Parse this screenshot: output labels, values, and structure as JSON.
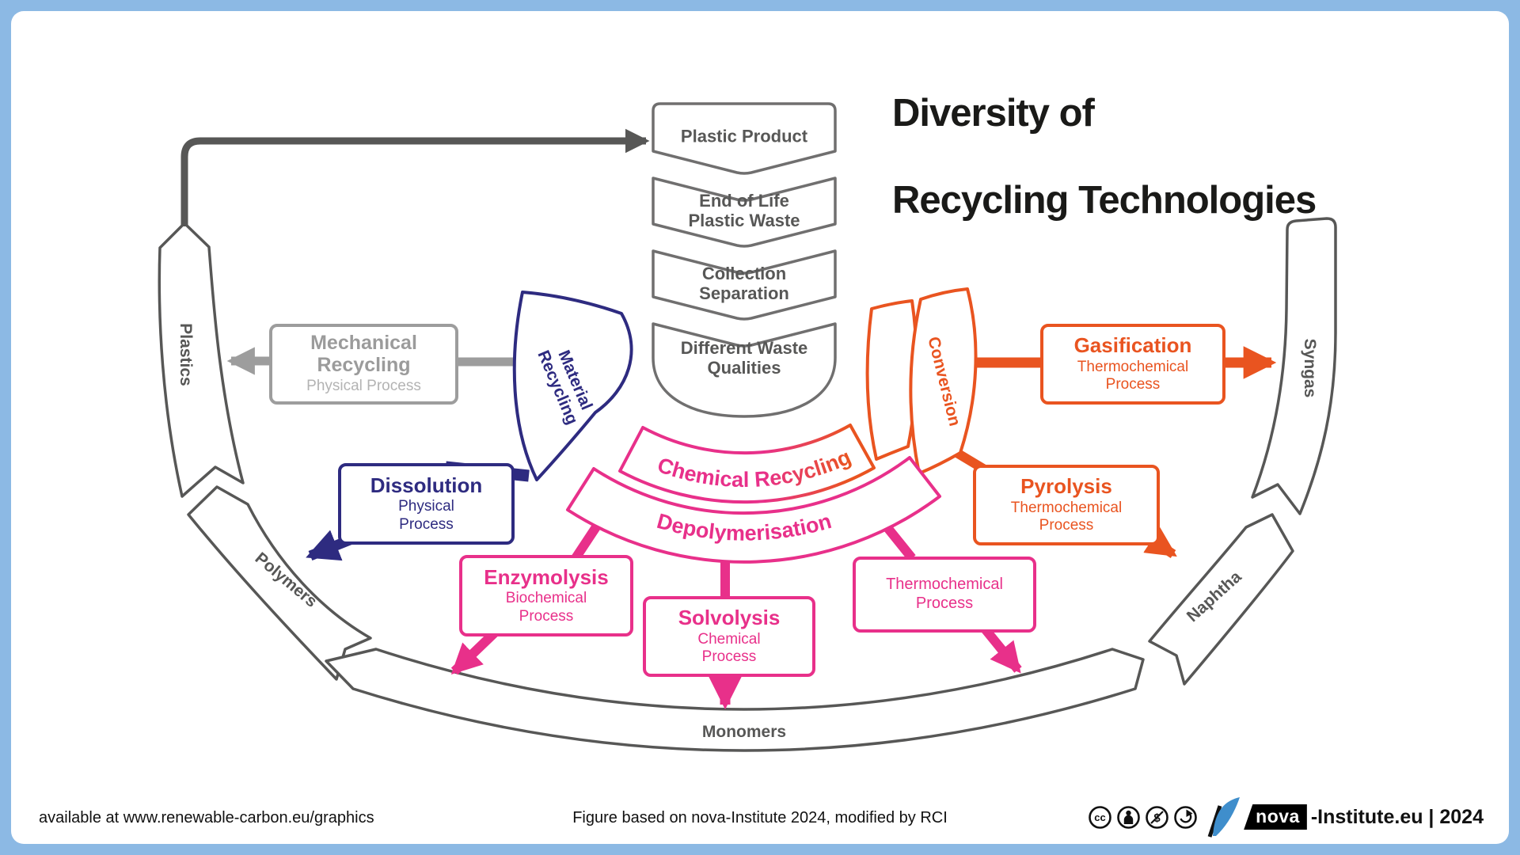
{
  "title": {
    "line1": "Diversity of",
    "line2": "Recycling Technologies"
  },
  "flow_steps": [
    {
      "label": "Plastic Product"
    },
    {
      "label": "End of Life\nPlastic Waste"
    },
    {
      "label": "Collection\nSeparation"
    },
    {
      "label": "Different Waste\nQualities"
    }
  ],
  "ring": {
    "plastics": "Plastics",
    "polymers": "Polymers",
    "monomers": "Monomers",
    "naphtha": "Naphtha",
    "syngas": "Syngas"
  },
  "wedges": {
    "material": "Material\nRecycling",
    "conversion": "Conversion"
  },
  "arcs": {
    "chemical": "Chemical Recycling",
    "depolymerisation": "Depolymerisation"
  },
  "boxes": {
    "mechanical": {
      "title": "Mechanical\nRecycling",
      "subtitle": "Physical Process"
    },
    "dissolution": {
      "title": "Dissolution",
      "subtitle": "Physical\nProcess"
    },
    "enzymolysis": {
      "title": "Enzymolysis",
      "subtitle": "Biochemical\nProcess"
    },
    "solvolysis": {
      "title": "Solvolysis",
      "subtitle": "Chemical\nProcess"
    },
    "thermochemical": {
      "subtitle": "Thermochemical\nProcess"
    },
    "pyrolysis": {
      "title": "Pyrolysis",
      "subtitle": "Thermochemical\nProcess"
    },
    "gasification": {
      "title": "Gasification",
      "subtitle": "Thermochemical\nProcess"
    }
  },
  "footer": {
    "left": "available at www.renewable-carbon.eu/graphics",
    "center": "Figure based on nova-Institute 2024, modified by RCI",
    "license_icons": [
      "cc",
      "by",
      "nc",
      "sa"
    ],
    "brand": {
      "nova": "nova",
      "suffix": "-Institute.eu | 2024"
    }
  },
  "colors": {
    "frame": "#8cb9e4",
    "pink": "#e8308a",
    "orange": "#e95420",
    "indigo": "#2e2b80",
    "gray_dark": "#575756",
    "gray_mid": "#9d9d9d",
    "logo_blue": "#3f8ecc",
    "title_text": "#1a1a18"
  }
}
